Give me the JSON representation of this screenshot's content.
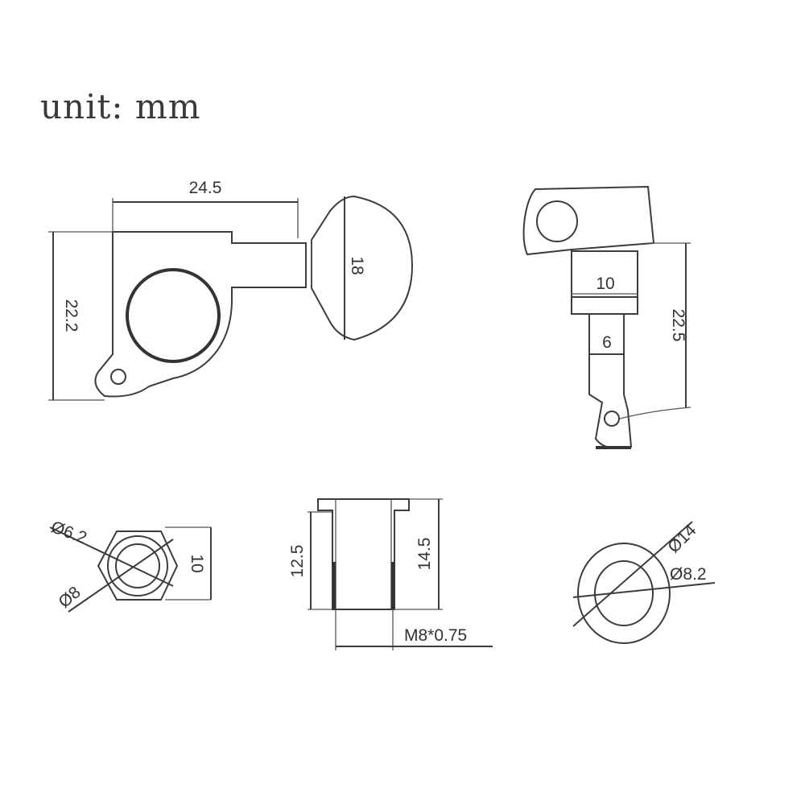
{
  "unit_label": "unit: mm",
  "dimensions": {
    "side_width": "24.5",
    "side_height": "22.2",
    "button_height": "18",
    "post_base_width": "10",
    "post_shaft_width": "6",
    "post_length": "22.5",
    "nut_inner_diameter": "Ø6.2",
    "nut_outer_diameter": "Ø8",
    "nut_across_flats": "10",
    "bushing_inner_height": "12.5",
    "bushing_total_height": "14.5",
    "bushing_thread": "M8*0.75",
    "washer_outer_diameter": "Ø14",
    "washer_inner_diameter": "Ø8.2"
  }
}
